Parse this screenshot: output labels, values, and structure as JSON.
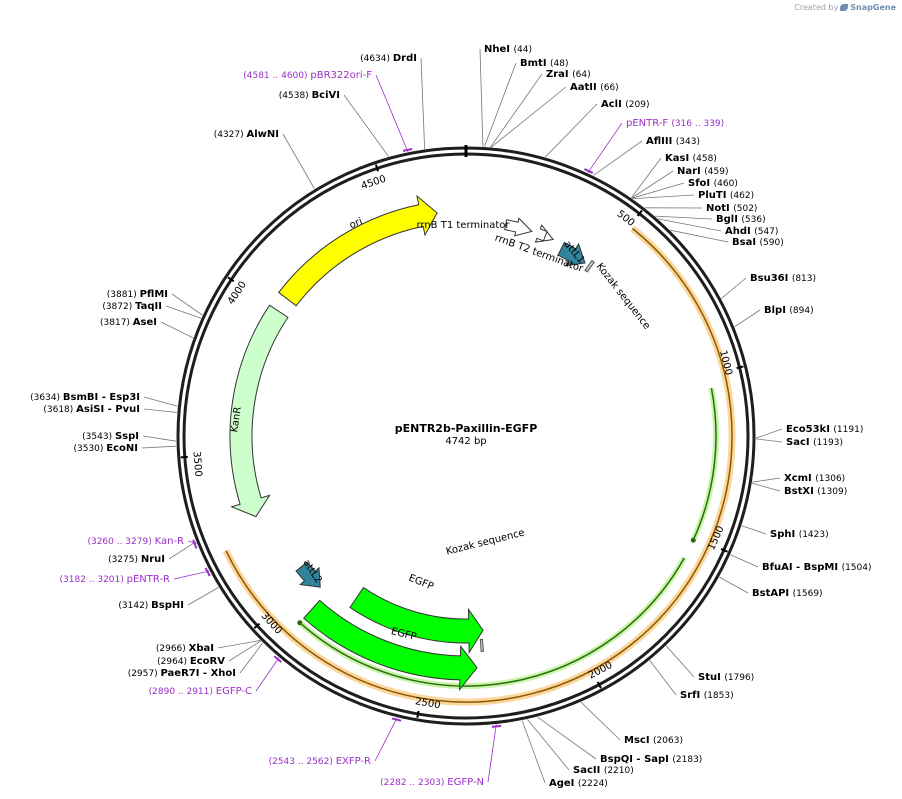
{
  "credit": {
    "prefix": "Created by",
    "brand": "SnapGene"
  },
  "plasmid": {
    "name": "pENTR2b-Paxillin-EGFP",
    "length_label": "4742 bp",
    "length": 4742
  },
  "ticks": [
    {
      "bp": 500,
      "label": "500"
    },
    {
      "bp": 1000,
      "label": "1000"
    },
    {
      "bp": 1500,
      "label": "1500"
    },
    {
      "bp": 2000,
      "label": "2000"
    },
    {
      "bp": 2500,
      "label": "2500"
    },
    {
      "bp": 3000,
      "label": "3000"
    },
    {
      "bp": 3500,
      "label": "3500"
    },
    {
      "bp": 4000,
      "label": "4000"
    },
    {
      "bp": 4500,
      "label": "4500"
    }
  ],
  "right_labels": [
    {
      "name": "NheI",
      "pos": "(44)",
      "bp": 44
    },
    {
      "name": "BmtI",
      "pos": "(48)",
      "bp": 48
    },
    {
      "name": "ZraI",
      "pos": "(64)",
      "bp": 64
    },
    {
      "name": "AatII",
      "pos": "(66)",
      "bp": 66
    },
    {
      "name": "AclI",
      "pos": "(209)",
      "bp": 209
    },
    {
      "name": "pENTR-F",
      "pos": "(316 .. 339)",
      "bp": 327,
      "primer": true
    },
    {
      "name": "AflIII",
      "pos": "(343)",
      "bp": 343
    },
    {
      "name": "KasI",
      "pos": "(458)",
      "bp": 458
    },
    {
      "name": "NarI",
      "pos": "(459)",
      "bp": 459
    },
    {
      "name": "SfoI",
      "pos": "(460)",
      "bp": 460
    },
    {
      "name": "PluTI",
      "pos": "(462)",
      "bp": 462
    },
    {
      "name": "NotI",
      "pos": "(502)",
      "bp": 502
    },
    {
      "name": "BglI",
      "pos": "(536)",
      "bp": 536
    },
    {
      "name": "AhdI",
      "pos": "(547)",
      "bp": 547
    },
    {
      "name": "BsaI",
      "pos": "(590)",
      "bp": 590
    },
    {
      "name": "Bsu36I",
      "pos": "(813)",
      "bp": 813
    },
    {
      "name": "BlpI",
      "pos": "(894)",
      "bp": 894
    },
    {
      "name": "Eco53kI",
      "pos": "(1191)",
      "bp": 1191
    },
    {
      "name": "SacI",
      "pos": "(1193)",
      "bp": 1193
    },
    {
      "name": "XcmI",
      "pos": "(1306)",
      "bp": 1306
    },
    {
      "name": "BstXI",
      "pos": "(1309)",
      "bp": 1309
    },
    {
      "name": "SphI",
      "pos": "(1423)",
      "bp": 1423
    },
    {
      "name": "BfuAI  - BspMI",
      "pos": "(1504)",
      "bp": 1504
    },
    {
      "name": "BstAPI",
      "pos": "(1569)",
      "bp": 1569
    },
    {
      "name": "StuI",
      "pos": "(1796)",
      "bp": 1796
    },
    {
      "name": "SrfI",
      "pos": "(1853)",
      "bp": 1853
    },
    {
      "name": "MscI",
      "pos": "(2063)",
      "bp": 2063
    },
    {
      "name": "BspQI  - SapI",
      "pos": "(2183)",
      "bp": 2183
    },
    {
      "name": "SacII",
      "pos": "(2210)",
      "bp": 2210
    },
    {
      "name": "AgeI",
      "pos": "(2224)",
      "bp": 2224
    }
  ],
  "left_labels": [
    {
      "name": "EGFP-N",
      "pos": "(2282 .. 2303)",
      "bp": 2292,
      "primer": true
    },
    {
      "name": "EXFP-R",
      "pos": "(2543 .. 2562)",
      "bp": 2552,
      "primer": true
    },
    {
      "name": "EGFP-C",
      "pos": "(2890 .. 2911)",
      "bp": 2900,
      "primer": true
    },
    {
      "name": "PaeR7I  - XhoI",
      "pos": "(2957)",
      "bp": 2957
    },
    {
      "name": "EcoRV",
      "pos": "(2964)",
      "bp": 2964
    },
    {
      "name": "XbaI",
      "pos": "(2966)",
      "bp": 2966
    },
    {
      "name": "BspHI",
      "pos": "(3142)",
      "bp": 3142
    },
    {
      "name": "pENTR-R",
      "pos": "(3182 .. 3201)",
      "bp": 3191,
      "primer": true
    },
    {
      "name": "NruI",
      "pos": "(3275)",
      "bp": 3275
    },
    {
      "name": "Kan-R",
      "pos": "(3260 .. 3279)",
      "bp": 3270,
      "primer": true
    },
    {
      "name": "EcoNI",
      "pos": "(3530)",
      "bp": 3530
    },
    {
      "name": "SspI",
      "pos": "(3543)",
      "bp": 3543
    },
    {
      "name": "AsiSI  - PvuI",
      "pos": "(3618)",
      "bp": 3618
    },
    {
      "name": "BsmBI  - Esp3I",
      "pos": "(3634)",
      "bp": 3634
    },
    {
      "name": "AseI",
      "pos": "(3817)",
      "bp": 3817
    },
    {
      "name": "TaqII",
      "pos": "(3872)",
      "bp": 3872
    },
    {
      "name": "PflMI",
      "pos": "(3881)",
      "bp": 3881
    },
    {
      "name": "AlwNI",
      "pos": "(4327)",
      "bp": 4327
    },
    {
      "name": "BciVI",
      "pos": "(4538)",
      "bp": 4538
    },
    {
      "name": "pBR322ori-F",
      "pos": "(4581 .. 4600)",
      "bp": 4590,
      "primer": true
    },
    {
      "name": "DrdI",
      "pos": "(4634)",
      "bp": 4634
    }
  ],
  "features": [
    {
      "name": "ori",
      "kind": "ori",
      "start": 4050,
      "end": 4645,
      "dir": 1,
      "color": "#ffff00"
    },
    {
      "name": "KanR",
      "kind": "gene",
      "start": 3280,
      "end": 4000,
      "dir": -1,
      "color": "#ccffcc"
    },
    {
      "name": "rrnB T1 terminator",
      "kind": "term",
      "start": 140,
      "end": 235,
      "dir": 1,
      "color": "#ffffff"
    },
    {
      "name": "rrnB T2 terminator",
      "kind": "term",
      "start": 285,
      "end": 315,
      "dir": 1,
      "color": "#ffffff"
    },
    {
      "name": "attL1",
      "kind": "att",
      "start": 355,
      "end": 455,
      "dir": 1,
      "color": "#31849b"
    },
    {
      "name": "Kozak sequence",
      "kind": "kozak",
      "start": 470,
      "end": 480,
      "dir": 1,
      "color": "#999999"
    },
    {
      "name": "EGFP",
      "kind": "egfp",
      "start": 2305,
      "end": 2820,
      "dir": -1,
      "color": "#00ff00"
    },
    {
      "name": "EGFP",
      "kind": "egfp",
      "start": 2335,
      "end": 2920,
      "dir": -1,
      "color": "#00ff00"
    },
    {
      "name": "Kozak sequence",
      "kind": "kozak",
      "start": 2310,
      "end": 2318,
      "dir": -1,
      "color": "#999999"
    },
    {
      "name": "attL2",
      "kind": "att",
      "start": 2950,
      "end": 3050,
      "dir": -1,
      "color": "#31849b"
    }
  ],
  "orange_band": {
    "start": 510,
    "end": 3220,
    "color": "#f7b44d"
  },
  "green_arcs": [
    {
      "start": 1040,
      "end": 1510
    },
    {
      "start": 1570,
      "end": 2920
    }
  ]
}
